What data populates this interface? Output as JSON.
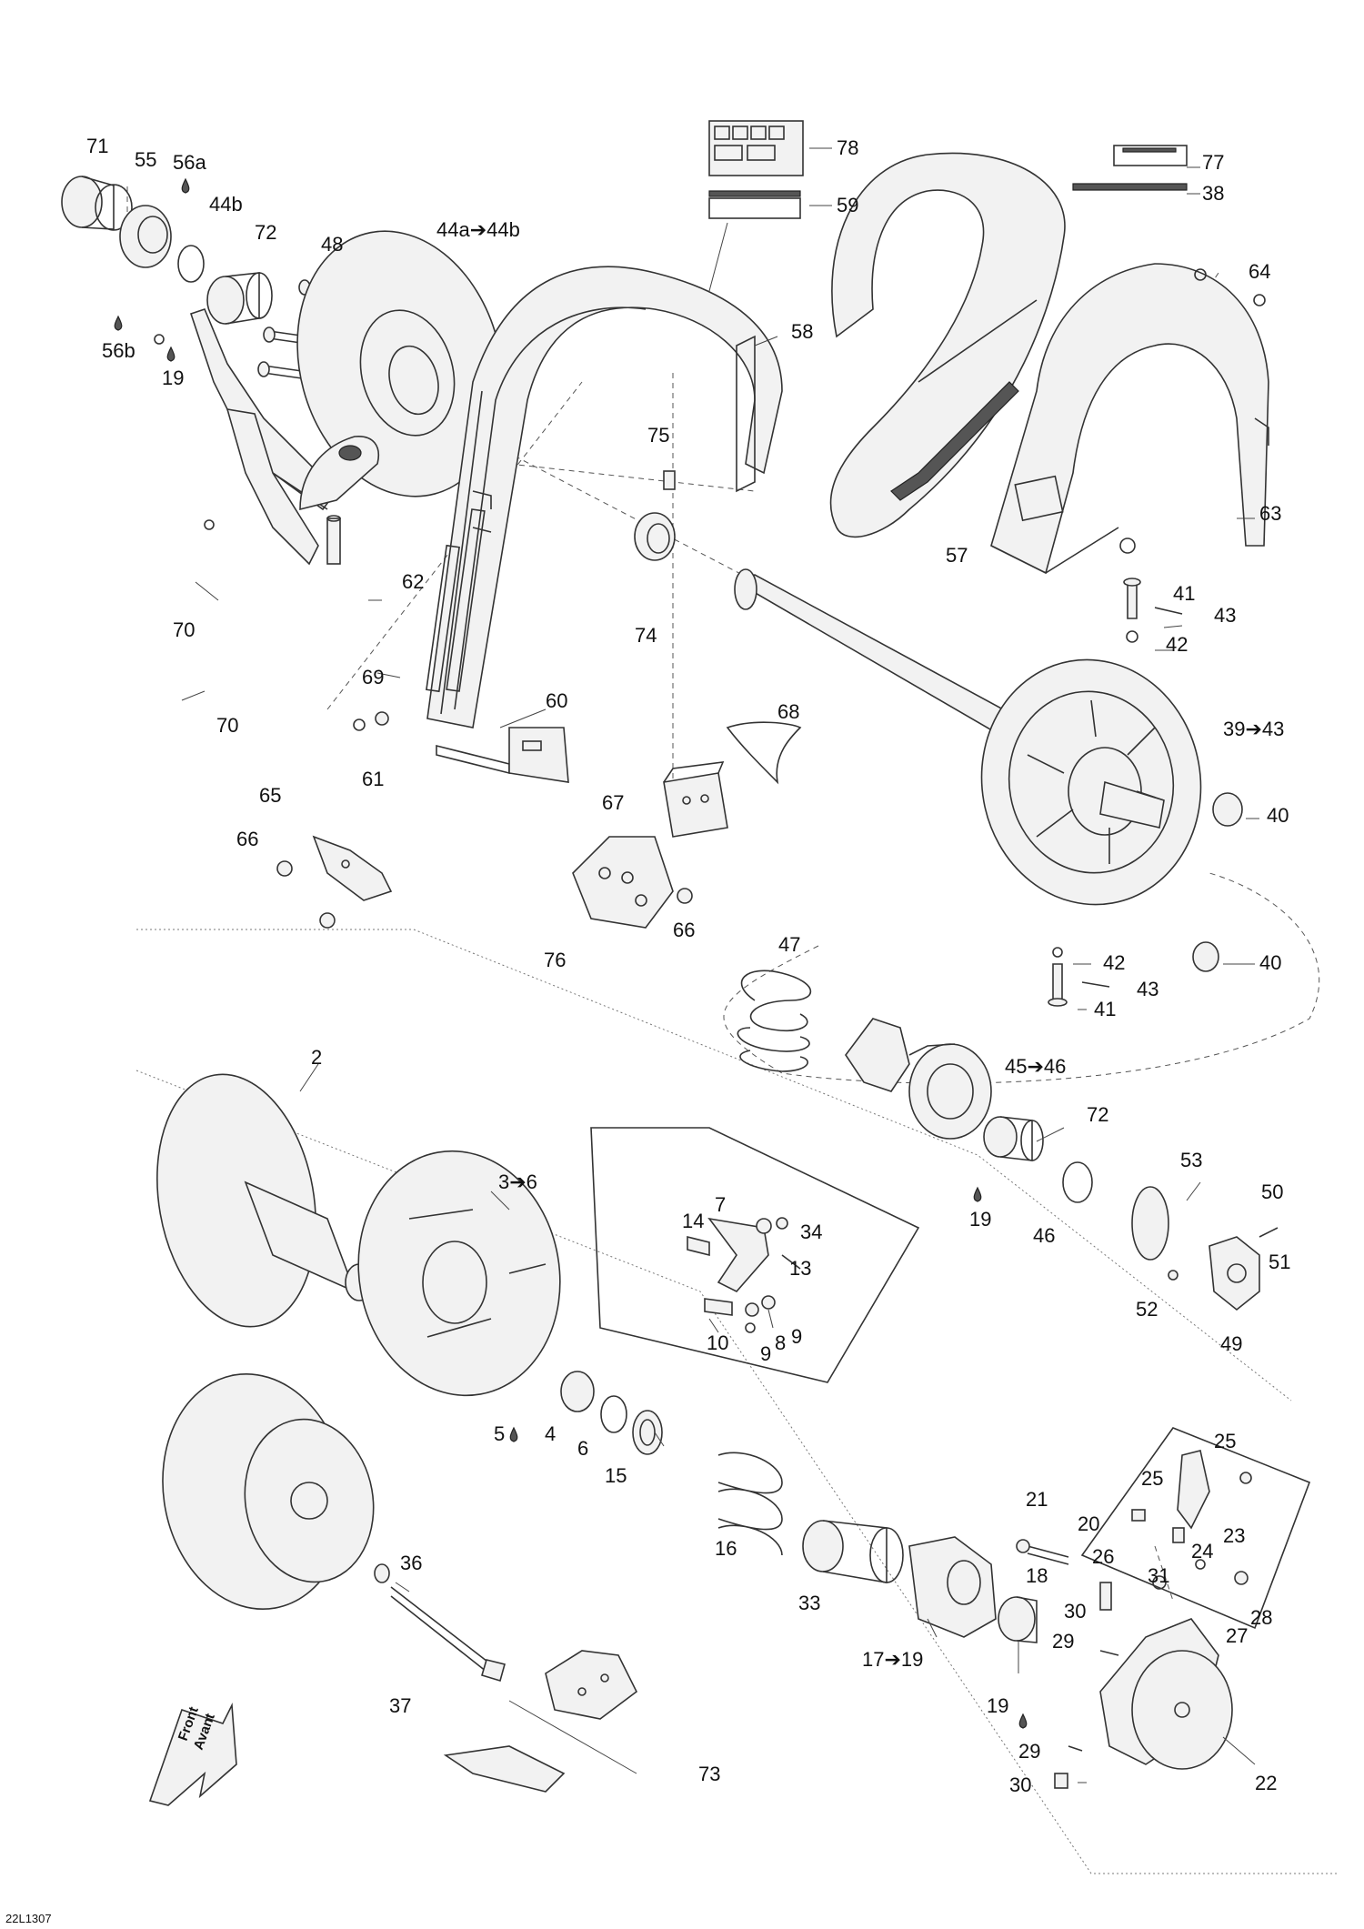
{
  "diagram": {
    "code": "22L1307",
    "front_label": "Front",
    "avant_label": "Avant",
    "callouts": [
      {
        "id": "c71",
        "text": "71"
      },
      {
        "id": "c55",
        "text": "55"
      },
      {
        "id": "c56a",
        "text": "56a"
      },
      {
        "id": "c44b",
        "text": "44b"
      },
      {
        "id": "c72a",
        "text": "72"
      },
      {
        "id": "c56b",
        "text": "56b"
      },
      {
        "id": "c19a",
        "text": "19"
      },
      {
        "id": "c48",
        "text": "48"
      },
      {
        "id": "c44a",
        "text": "44a➔44b"
      },
      {
        "id": "c78",
        "text": "78"
      },
      {
        "id": "c59",
        "text": "59"
      },
      {
        "id": "c77",
        "text": "77"
      },
      {
        "id": "c38",
        "text": "38"
      },
      {
        "id": "c64",
        "text": "64"
      },
      {
        "id": "c58",
        "text": "58"
      },
      {
        "id": "c75",
        "text": "75"
      },
      {
        "id": "c63",
        "text": "63"
      },
      {
        "id": "c57",
        "text": "57"
      },
      {
        "id": "c74",
        "text": "74"
      },
      {
        "id": "c62",
        "text": "62"
      },
      {
        "id": "c70a",
        "text": "70"
      },
      {
        "id": "c69",
        "text": "69"
      },
      {
        "id": "c70b",
        "text": "70"
      },
      {
        "id": "c41a",
        "text": "41"
      },
      {
        "id": "c43a",
        "text": "43"
      },
      {
        "id": "c42a",
        "text": "42"
      },
      {
        "id": "c60",
        "text": "60"
      },
      {
        "id": "c68",
        "text": "68"
      },
      {
        "id": "c61",
        "text": "61"
      },
      {
        "id": "c39",
        "text": "39➔43"
      },
      {
        "id": "c67",
        "text": "67"
      },
      {
        "id": "c40a",
        "text": "40"
      },
      {
        "id": "c65",
        "text": "65"
      },
      {
        "id": "c66a",
        "text": "66"
      },
      {
        "id": "c66b",
        "text": "66"
      },
      {
        "id": "c76",
        "text": "76"
      },
      {
        "id": "c47",
        "text": "47"
      },
      {
        "id": "c42b",
        "text": "42"
      },
      {
        "id": "c40b",
        "text": "40"
      },
      {
        "id": "c43b",
        "text": "43"
      },
      {
        "id": "c41b",
        "text": "41"
      },
      {
        "id": "c2",
        "text": "2"
      },
      {
        "id": "c45",
        "text": "45➔46"
      },
      {
        "id": "c72b",
        "text": "72"
      },
      {
        "id": "c3",
        "text": "3➔6"
      },
      {
        "id": "c53",
        "text": "53"
      },
      {
        "id": "c7",
        "text": "7"
      },
      {
        "id": "c14",
        "text": "14"
      },
      {
        "id": "c34",
        "text": "34"
      },
      {
        "id": "c50",
        "text": "50"
      },
      {
        "id": "c13",
        "text": "13"
      },
      {
        "id": "c19b",
        "text": "19"
      },
      {
        "id": "c46",
        "text": "46"
      },
      {
        "id": "c51",
        "text": "51"
      },
      {
        "id": "c10",
        "text": "10"
      },
      {
        "id": "c9a",
        "text": "9"
      },
      {
        "id": "c8",
        "text": "8"
      },
      {
        "id": "c9b",
        "text": "9"
      },
      {
        "id": "c52",
        "text": "52"
      },
      {
        "id": "c49",
        "text": "49"
      },
      {
        "id": "c5",
        "text": "5"
      },
      {
        "id": "c4",
        "text": "4"
      },
      {
        "id": "c6",
        "text": "6"
      },
      {
        "id": "c15",
        "text": "15"
      },
      {
        "id": "c25a",
        "text": "25"
      },
      {
        "id": "c25b",
        "text": "25"
      },
      {
        "id": "c23",
        "text": "23"
      },
      {
        "id": "c24",
        "text": "24"
      },
      {
        "id": "c21",
        "text": "21"
      },
      {
        "id": "c20",
        "text": "20"
      },
      {
        "id": "c16",
        "text": "16"
      },
      {
        "id": "c26",
        "text": "26"
      },
      {
        "id": "c18",
        "text": "18"
      },
      {
        "id": "c31",
        "text": "31"
      },
      {
        "id": "c33",
        "text": "33"
      },
      {
        "id": "c30a",
        "text": "30"
      },
      {
        "id": "c28",
        "text": "28"
      },
      {
        "id": "c27",
        "text": "27"
      },
      {
        "id": "c36",
        "text": "36"
      },
      {
        "id": "c29a",
        "text": "29"
      },
      {
        "id": "c17",
        "text": "17➔19"
      },
      {
        "id": "c19c",
        "text": "19"
      },
      {
        "id": "c37",
        "text": "37"
      },
      {
        "id": "c29b",
        "text": "29"
      },
      {
        "id": "c30b",
        "text": "30"
      },
      {
        "id": "c73",
        "text": "73"
      },
      {
        "id": "c22",
        "text": "22"
      }
    ]
  }
}
